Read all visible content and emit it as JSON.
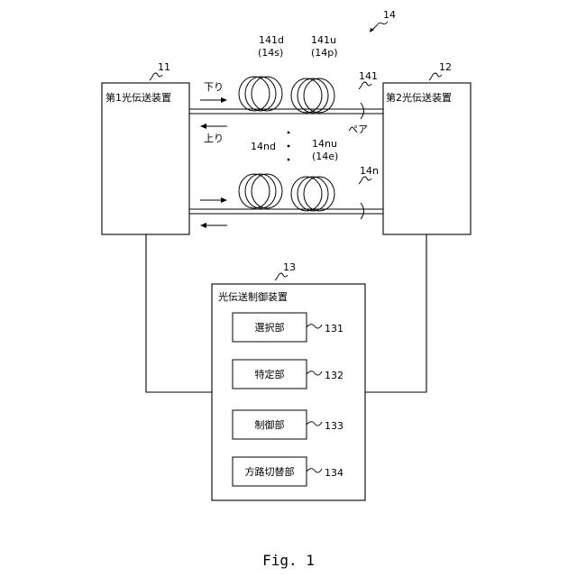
{
  "figure_ref": "14",
  "device1": {
    "ref": "11",
    "label": "第1光伝送装置"
  },
  "device2": {
    "ref": "12",
    "label": "第2光伝送装置"
  },
  "controller": {
    "ref": "13",
    "label": "光伝送制御装置",
    "units": [
      {
        "ref": "131",
        "label": "選択部"
      },
      {
        "ref": "132",
        "label": "特定部"
      },
      {
        "ref": "133",
        "label": "制御部"
      },
      {
        "ref": "134",
        "label": "方路切替部"
      }
    ]
  },
  "fiber_pairs": {
    "top": {
      "ref": "141",
      "pair_label": "ペア",
      "down_label": "下り",
      "up_label": "上り",
      "coil1_line1": "141d",
      "coil1_line2": "(14s)",
      "coil2_line1": "141u",
      "coil2_line2": "(14p)"
    },
    "bottom": {
      "ref": "14n",
      "coil1_line1": "14nd",
      "coil2_line1": "14nu",
      "coil2_line2": "(14e)"
    }
  },
  "caption": "Fig. 1"
}
